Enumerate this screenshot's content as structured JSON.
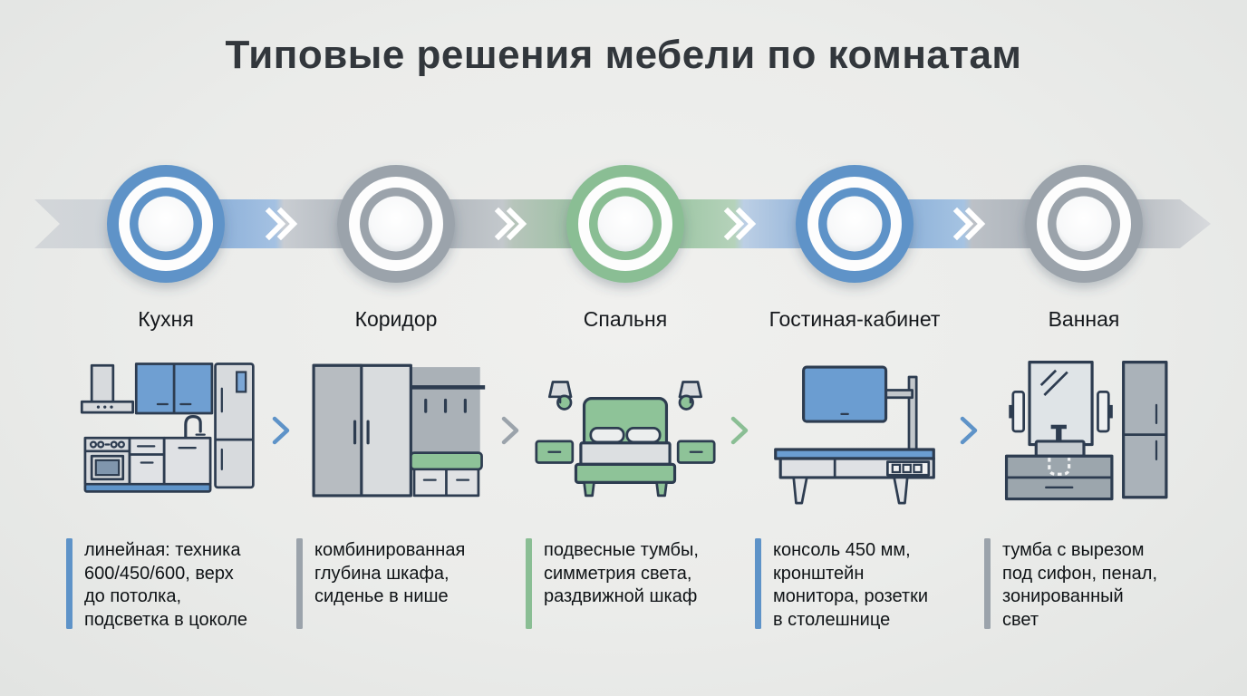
{
  "title": "Типовые решения мебели по комнатам",
  "colors": {
    "blue": "#5e93c8",
    "gray": "#9ba3ab",
    "green": "#8abe94",
    "background": "#ebecea",
    "text_dark": "#15181c",
    "ribbon_base": "#d3d6d9",
    "outline_navy": "#2d3c50"
  },
  "rooms": [
    {
      "label": "Кухня",
      "accent": "blue",
      "description": "линейная: техника\n600/450/600, верх\nдо потолка,\nподсветка в цоколе"
    },
    {
      "label": "Коридор",
      "accent": "gray",
      "description": "комбинированная\nглубина шкафа,\nсиденье в нише"
    },
    {
      "label": "Спальня",
      "accent": "green",
      "description": "подвесные тумбы,\nсимметрия света,\nраздвижной шкаф"
    },
    {
      "label": "Гостиная-кабинет",
      "accent": "blue",
      "description": "консоль 450 мм,\nкронштейн\nмонитора, розетки\nв столешнице"
    },
    {
      "label": "Ванная",
      "accent": "gray",
      "description": "тумба с вырезом\nпод сифон, пенал,\nзонированный\nсвет"
    }
  ],
  "separators": [
    "blue",
    "gray",
    "green",
    "blue"
  ]
}
